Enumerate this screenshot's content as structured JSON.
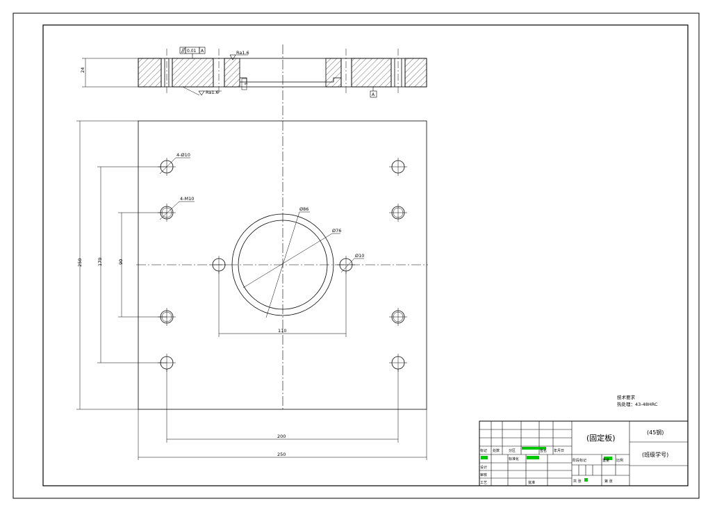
{
  "section_view": {
    "thickness_dim": "24",
    "flatness_box": "0.01",
    "datum_box_label": "A",
    "datum_ref": "A",
    "roughness_top": "Ra1.6",
    "roughness_bottom": "Ra1.6",
    "step_depth": "5"
  },
  "plan_view": {
    "hole_label_1": "4-Ø10",
    "hole_label_2": "4-M10",
    "bore_outer_label": "Ø86",
    "bore_inner_label": "Ø76",
    "side_hole_label": "Ø10",
    "dim_side_holes": "110",
    "dim_hole_span_x": "200",
    "dim_width": "250",
    "dim_height": "250",
    "dim_hole_span_y": "170",
    "dim_thread_span_y": "90"
  },
  "notes": {
    "title": "技术要求",
    "line1": "热处理：43-48HRC"
  },
  "title_block": {
    "part_name": "(固定板)",
    "material": "(45钢)",
    "class_id": "(班级学号)",
    "row_labels": [
      "标记",
      "处数",
      "分区",
      "设计",
      "审核",
      "工艺"
    ],
    "mid_labels": [
      "签名",
      "年月日",
      "标准化",
      "阶段标记",
      "重量",
      "比例"
    ],
    "bottom_labels": [
      "批准",
      "共  张",
      "第  张"
    ]
  }
}
